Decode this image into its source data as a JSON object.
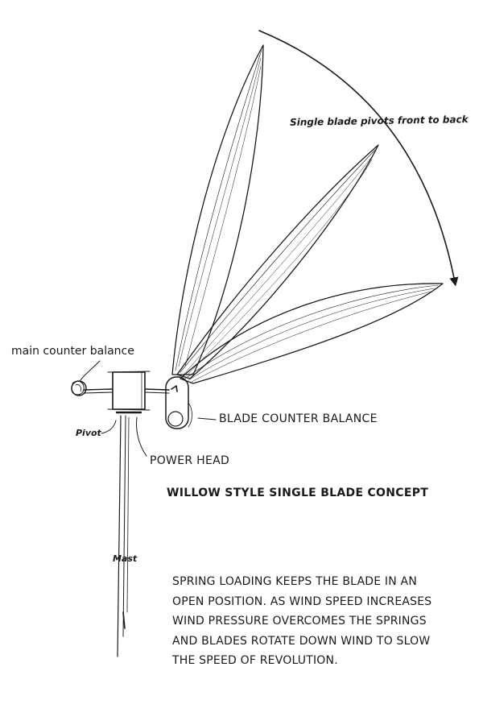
{
  "diagram": {
    "title": "WILLOW STYLE SINGLE BLADE CONCEPT",
    "labels": {
      "arc_caption": "Single blade pivots front to back",
      "main_counter_balance": "main counter balance",
      "blade_counter_balance": "BLADE COUNTER BALANCE",
      "pivot": "Pivot",
      "power_head": "POWER HEAD",
      "mast": "Mast"
    },
    "description": [
      "SPRING LOADING KEEPS THE BLADE IN AN",
      "OPEN POSITION.  AS WIND SPEED INCREASES",
      "WIND PRESSURE OVERCOMES THE SPRINGS",
      "AND BLADES ROTATE DOWN WIND TO SLOW",
      "THE SPEED OF REVOLUTION."
    ]
  },
  "style": {
    "ink": "#1a1a1a",
    "paper": "#ffffff"
  }
}
